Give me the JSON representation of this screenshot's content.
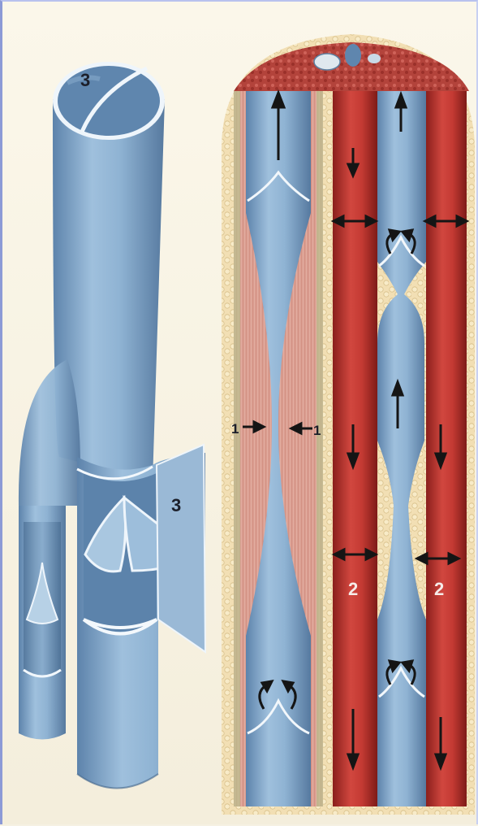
{
  "illustration": {
    "labels": {
      "three_top": "3",
      "three_right": "3",
      "one_left": "1",
      "one_right": "1",
      "two_left": "2",
      "two_right": "2"
    }
  }
}
